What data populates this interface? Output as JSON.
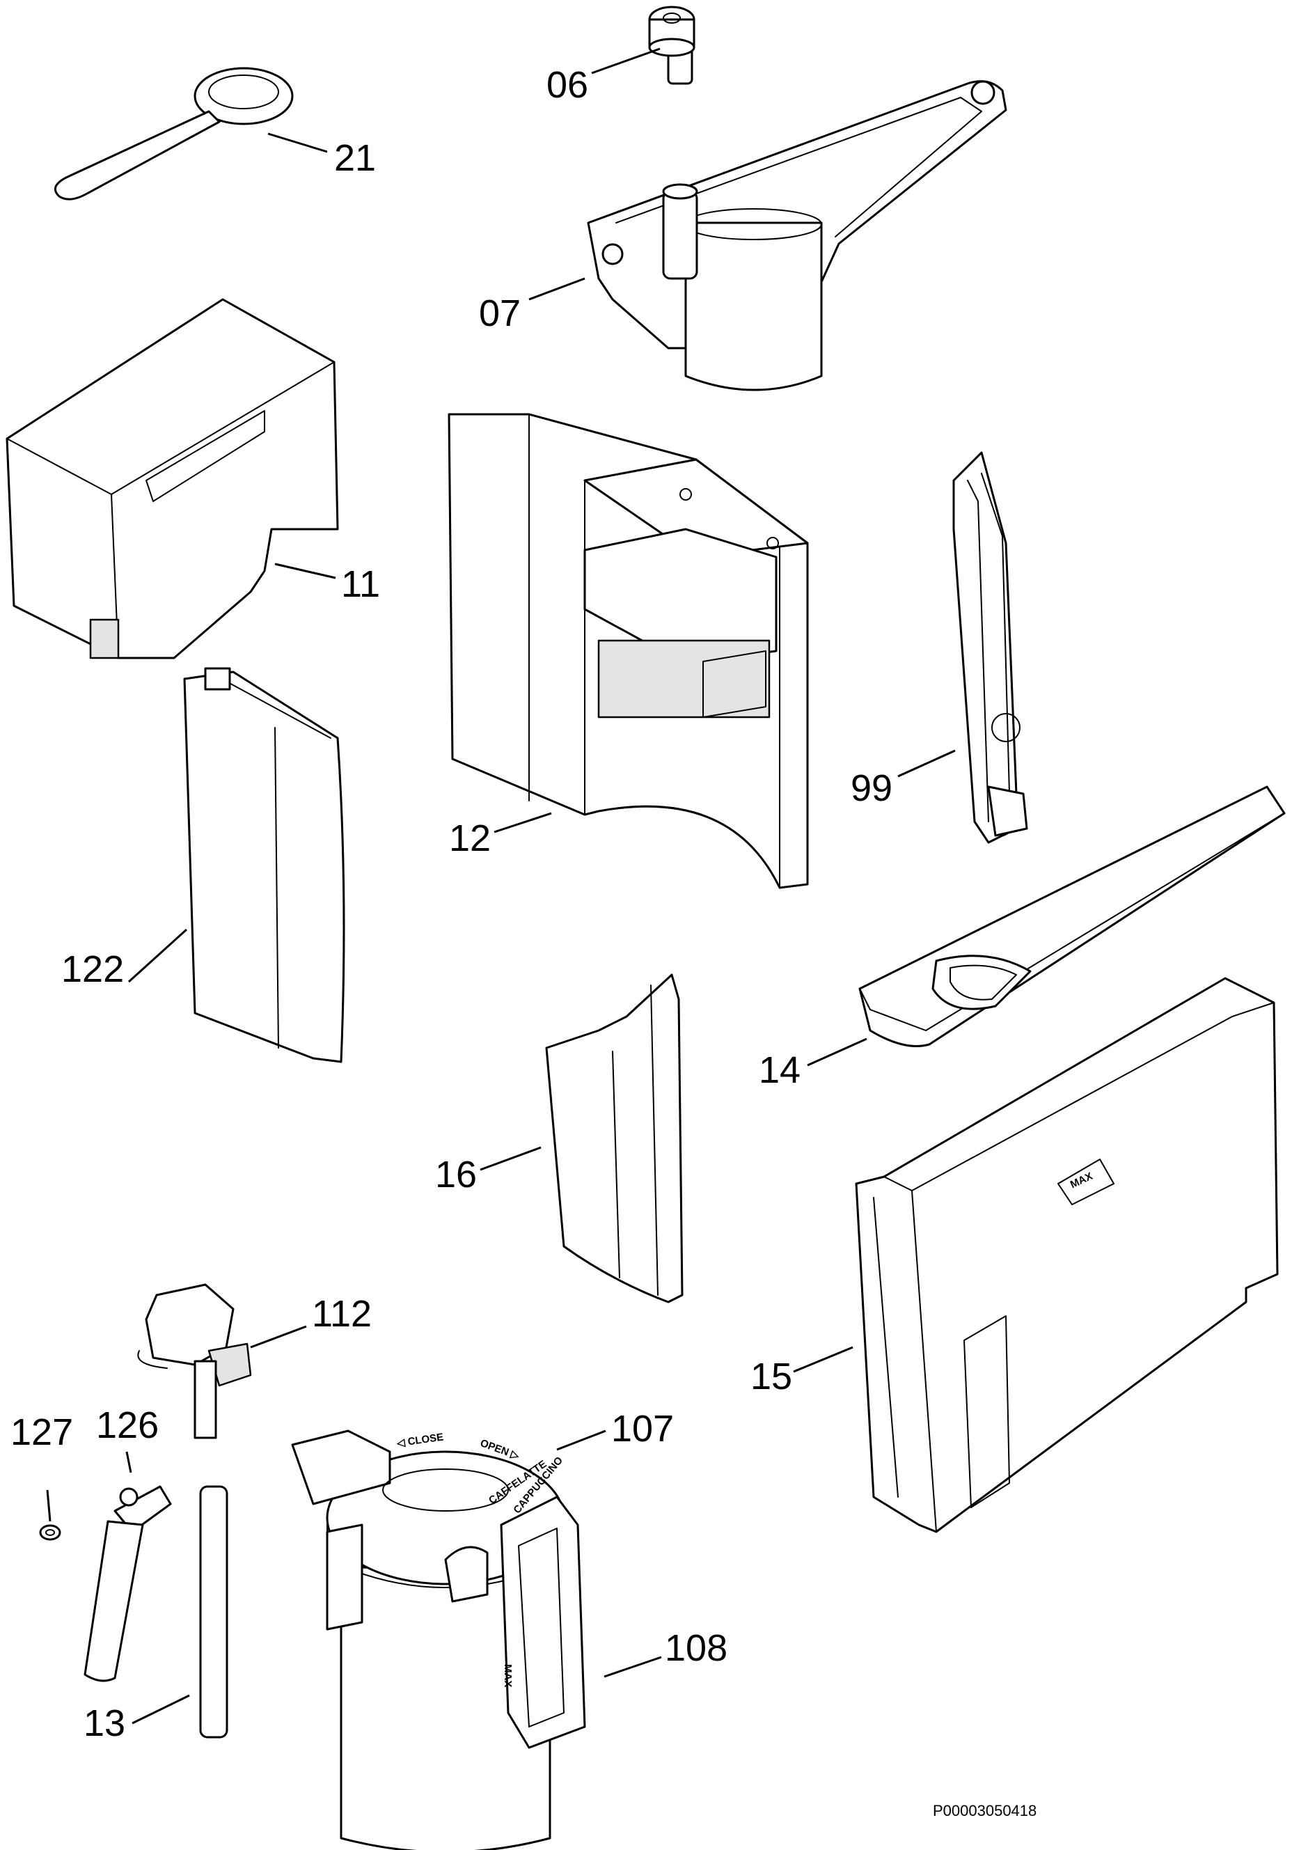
{
  "callouts": [
    {
      "id": "c06",
      "label": "06"
    },
    {
      "id": "c21",
      "label": "21"
    },
    {
      "id": "c07",
      "label": "07"
    },
    {
      "id": "c11",
      "label": "11"
    },
    {
      "id": "c12",
      "label": "12"
    },
    {
      "id": "c99",
      "label": "99"
    },
    {
      "id": "c122",
      "label": "122"
    },
    {
      "id": "c14",
      "label": "14"
    },
    {
      "id": "c16",
      "label": "16"
    },
    {
      "id": "c15",
      "label": "15"
    },
    {
      "id": "c112",
      "label": "112"
    },
    {
      "id": "c127",
      "label": "127"
    },
    {
      "id": "c126",
      "label": "126"
    },
    {
      "id": "c107",
      "label": "107"
    },
    {
      "id": "c108",
      "label": "108"
    },
    {
      "id": "c13",
      "label": "13"
    }
  ],
  "part_markings": {
    "max_tank": "MAX",
    "close": "◁ CLOSE",
    "open": "OPEN ▷",
    "caffelatte": "CAFFELATTE",
    "cappuccino": "CAPPUCCINO",
    "max_jug": "MAX"
  },
  "document_id": "P00003050418",
  "colors": {
    "line": "#000000",
    "fill": "#ffffff",
    "shade": "#e4e4e4"
  }
}
